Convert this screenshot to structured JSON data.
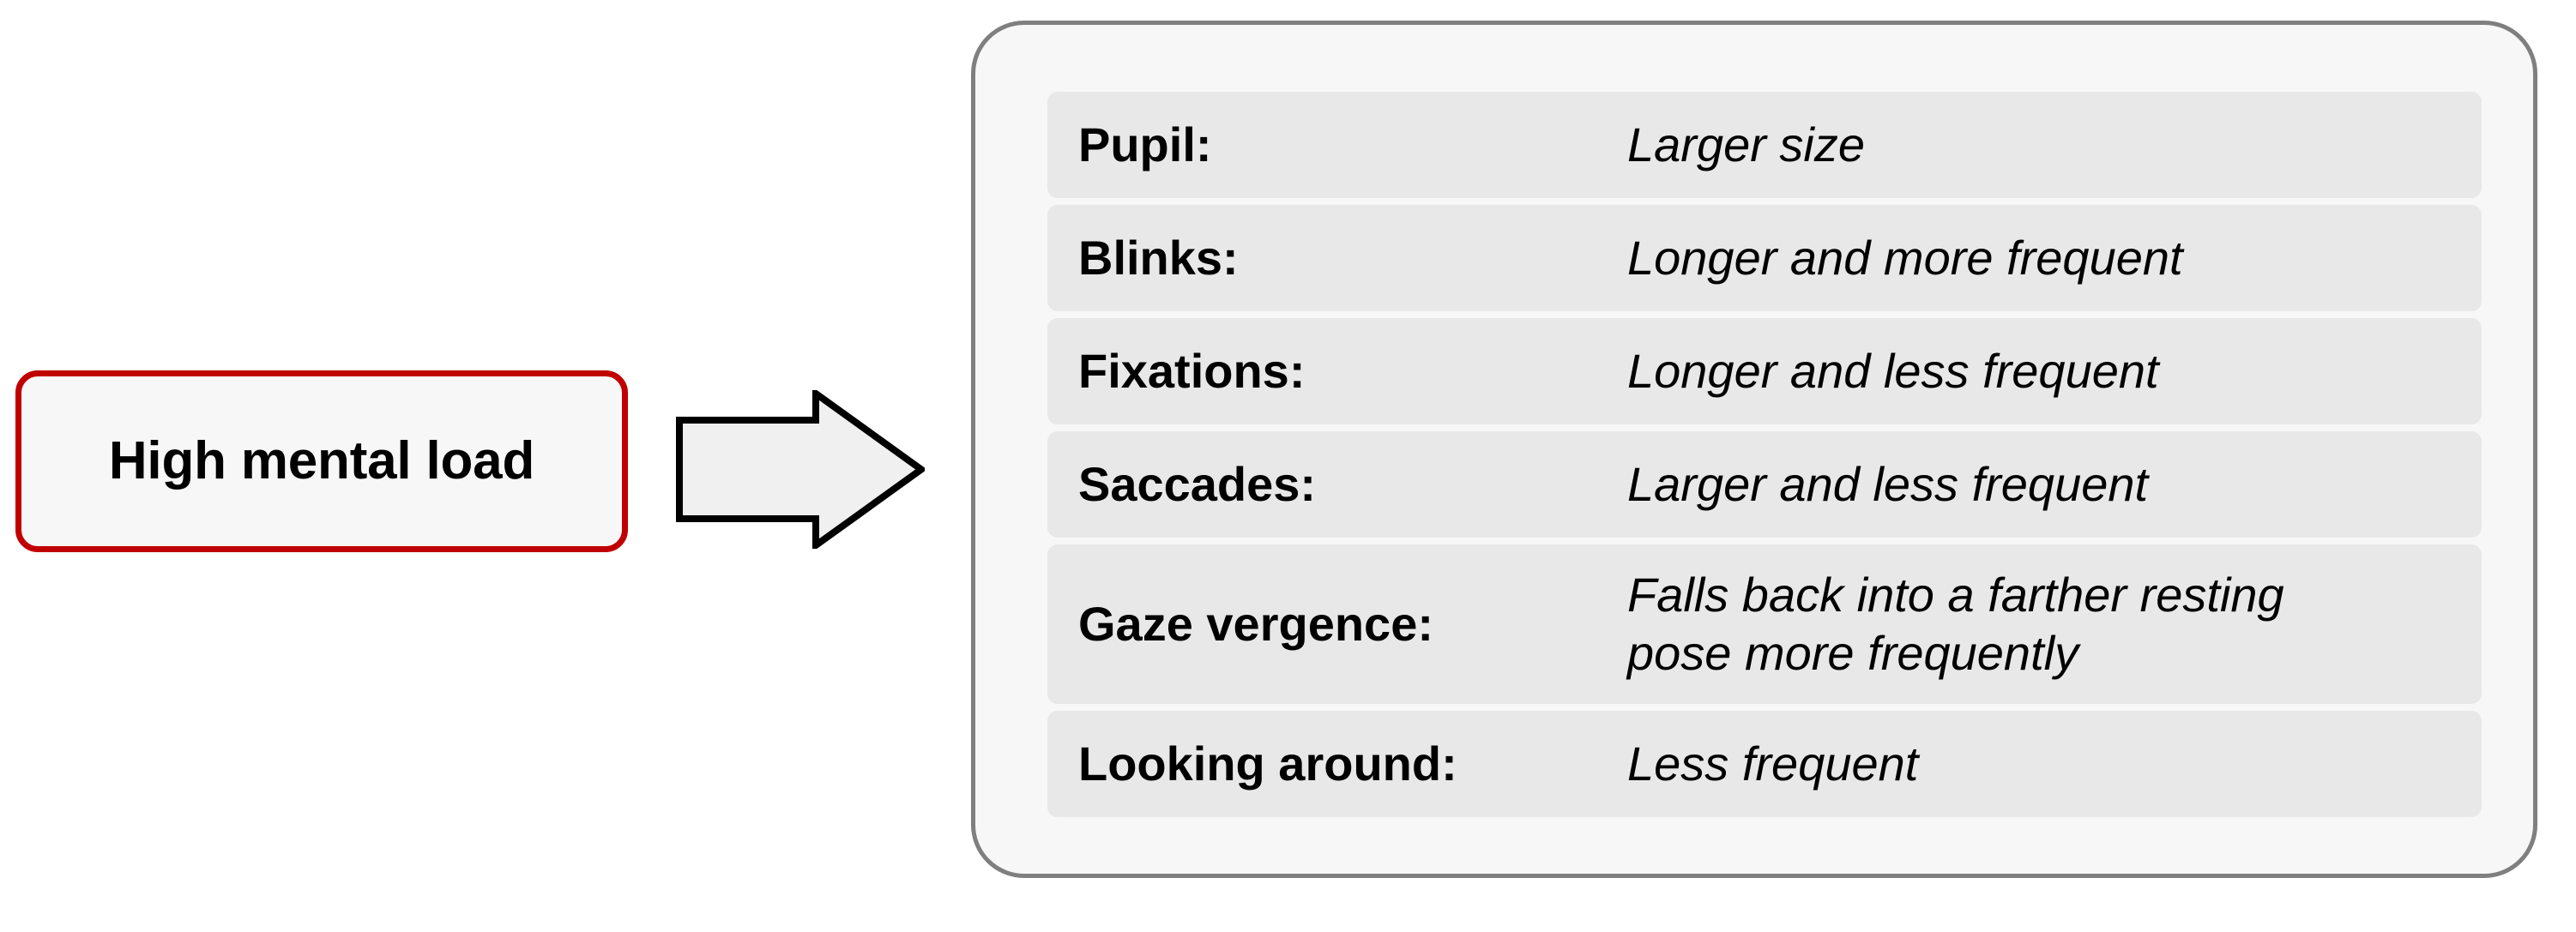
{
  "diagram": {
    "source_box": {
      "label": "High mental load",
      "border_color": "#c00000",
      "fill_color": "#f7f7f7"
    },
    "arrow": {
      "icon": "right-block-arrow-icon",
      "fill_color": "#f0f0f0",
      "stroke_color": "#000000"
    },
    "panel": {
      "border_color": "#7f7f7f",
      "fill_color": "#f7f7f7",
      "row_fill_color": "#e8e8e8",
      "rows": [
        {
          "label": "Pupil:",
          "value_lines": [
            "Larger size"
          ]
        },
        {
          "label": "Blinks:",
          "value_lines": [
            "Longer and more frequent"
          ]
        },
        {
          "label": "Fixations:",
          "value_lines": [
            "Longer and less frequent"
          ]
        },
        {
          "label": "Saccades:",
          "value_lines": [
            "Larger and less frequent"
          ]
        },
        {
          "label": "Gaze vergence:",
          "value_lines": [
            "Falls back into a farther resting",
            "pose more frequently"
          ]
        },
        {
          "label": "Looking around:",
          "value_lines": [
            "Less frequent"
          ]
        }
      ]
    }
  }
}
